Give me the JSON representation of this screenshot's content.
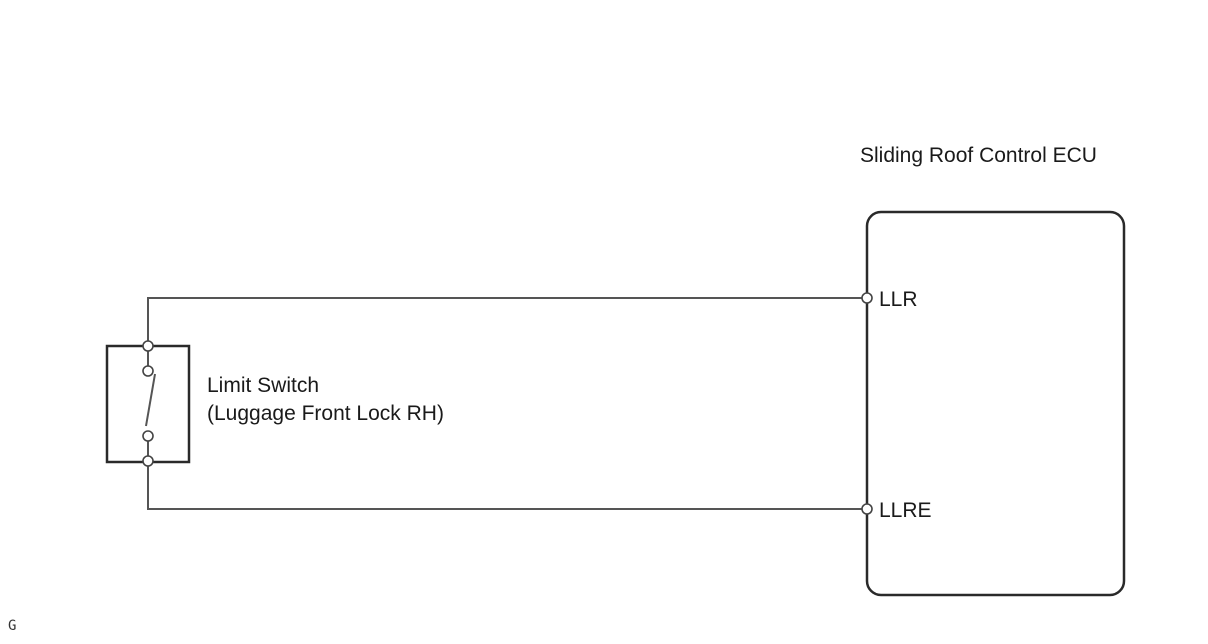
{
  "ecu": {
    "title": "Sliding Roof Control ECU",
    "terminals": [
      "LLR",
      "LLRE"
    ]
  },
  "switch": {
    "name_line1": "Limit Switch",
    "name_line2": "(Luggage Front Lock RH)"
  },
  "corner_mark": "G"
}
